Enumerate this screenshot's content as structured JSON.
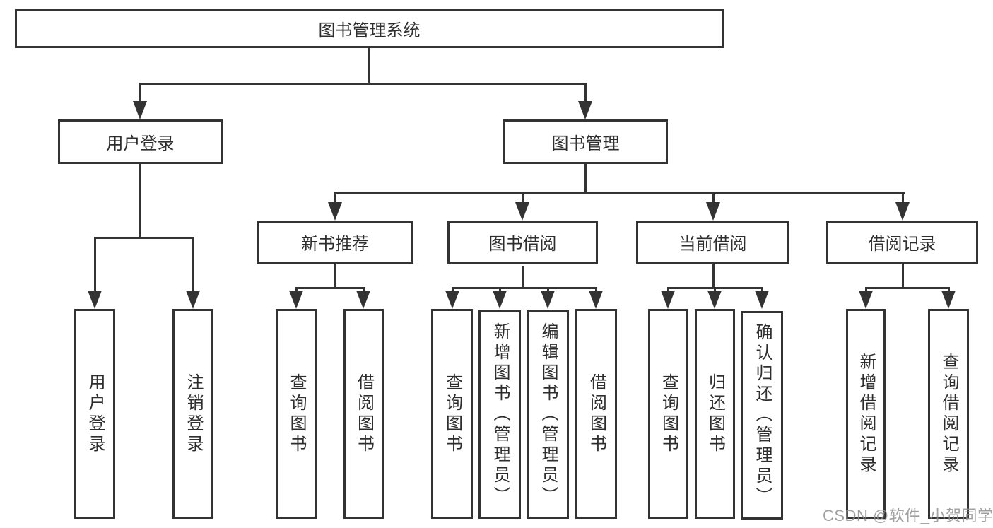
{
  "diagram": {
    "root": {
      "label": "图书管理系统"
    },
    "level2": [
      {
        "label": "用户登录"
      },
      {
        "label": "图书管理"
      }
    ],
    "level3": [
      {
        "label": "新书推荐",
        "parent": "图书管理"
      },
      {
        "label": "图书借阅",
        "parent": "图书管理"
      },
      {
        "label": "当前借阅",
        "parent": "图书管理"
      },
      {
        "label": "借阅记录",
        "parent": "图书管理"
      }
    ],
    "leaves": [
      {
        "label": "用户登录",
        "parent": "用户登录"
      },
      {
        "label": "注销登录",
        "parent": "用户登录"
      },
      {
        "label": "查询图书",
        "parent": "新书推荐"
      },
      {
        "label": "借阅图书",
        "parent": "新书推荐"
      },
      {
        "label": "查询图书",
        "parent": "图书借阅"
      },
      {
        "label": "新增图书（管理员）",
        "parent": "图书借阅"
      },
      {
        "label": "编辑图书（管理员）",
        "parent": "图书借阅"
      },
      {
        "label": "借阅图书",
        "parent": "图书借阅"
      },
      {
        "label": "查询图书",
        "parent": "当前借阅"
      },
      {
        "label": "归还图书",
        "parent": "当前借阅"
      },
      {
        "label": "确认归还（管理员）",
        "parent": "当前借阅"
      },
      {
        "label": "新增借阅记录",
        "parent": "借阅记录"
      },
      {
        "label": "查询借阅记录",
        "parent": "借阅记录"
      }
    ]
  },
  "watermark": "CSDN @软件_小贺同学",
  "colors": {
    "line": "#333333",
    "border": "#333333",
    "text": "#2e2e2e",
    "watermark": "#919191",
    "background": "#ffffff"
  }
}
